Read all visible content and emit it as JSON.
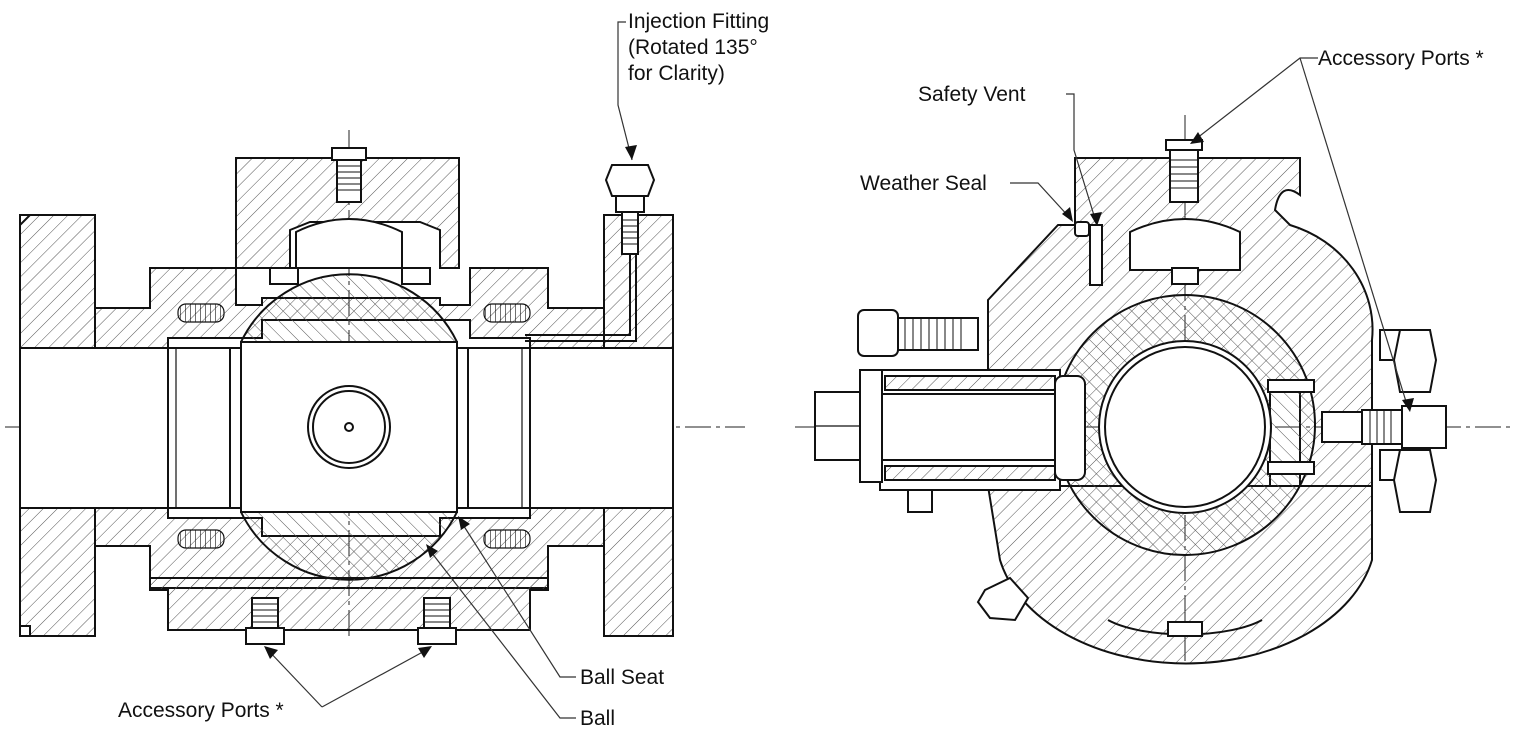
{
  "labels": {
    "injection_fitting": [
      "Injection Fitting",
      "(Rotated 135°",
      "for Clarity)"
    ],
    "accessory_ports_left": "Accessory Ports *",
    "accessory_ports_right": "Accessory Ports *",
    "ball_seat": "Ball Seat",
    "ball": "Ball",
    "safety_vent": "Safety Vent",
    "weather_seal": "Weather Seal"
  }
}
